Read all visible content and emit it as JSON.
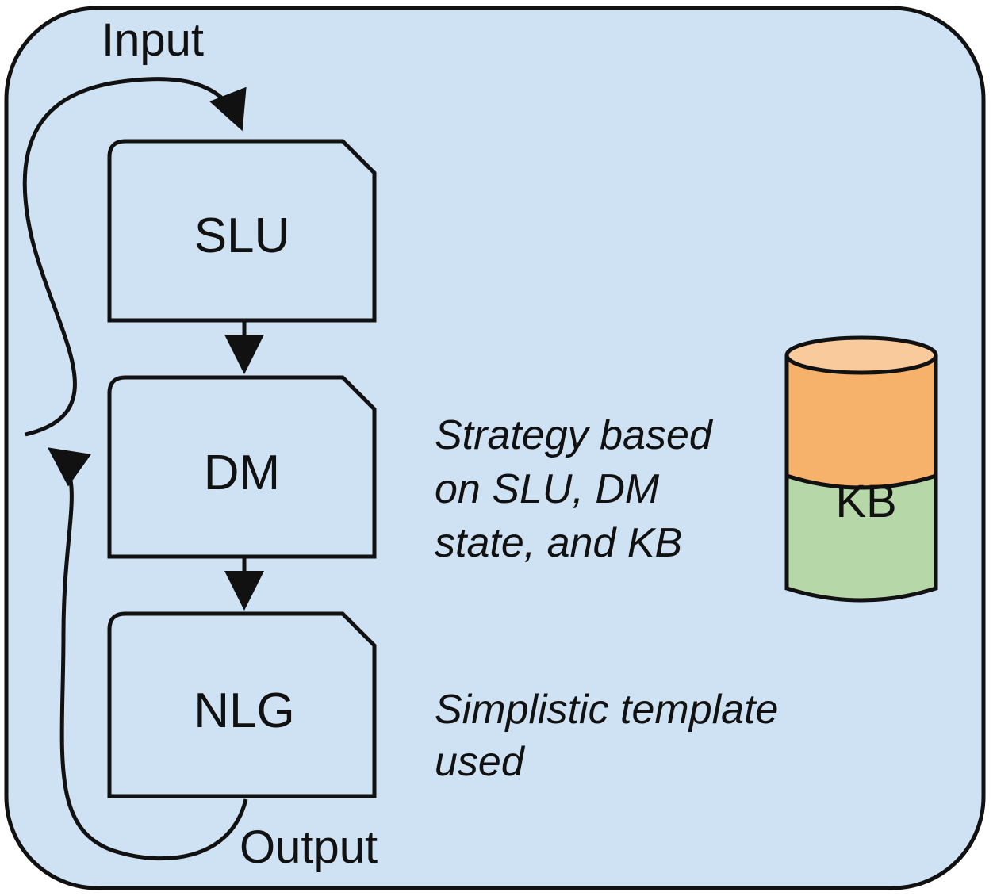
{
  "labels": {
    "input": "Input",
    "output": "Output"
  },
  "modules": [
    {
      "id": "slu",
      "label": "SLU"
    },
    {
      "id": "dm",
      "label": "DM"
    },
    {
      "id": "nlg",
      "label": "NLG"
    }
  ],
  "annotations": {
    "dm_lines": [
      "Strategy based",
      "on SLU, DM",
      "state, and KB"
    ],
    "nlg_lines": [
      "Simplistic template",
      "used"
    ]
  },
  "kb": {
    "label": "KB"
  },
  "colors": {
    "background": "#cfe2f3",
    "outline": "#111111",
    "kb_top": "#f9cb9c",
    "kb_upper": "#f6b26b",
    "kb_lower": "#b6d7a8"
  }
}
